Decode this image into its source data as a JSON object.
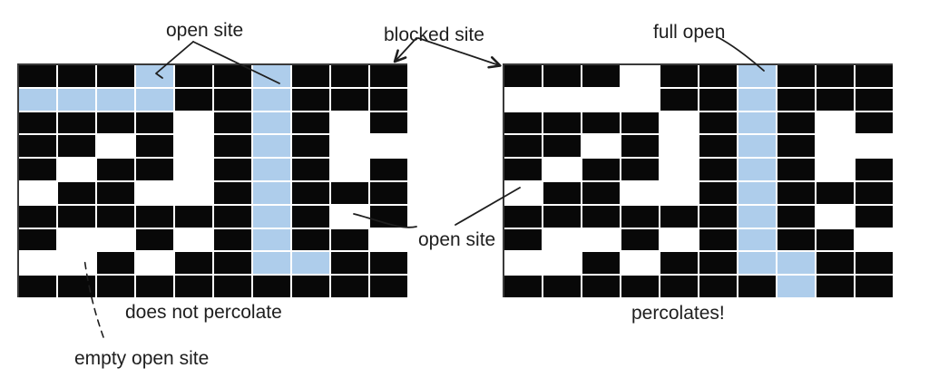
{
  "colors": {
    "background": "#ffffff",
    "blocked_site": "#080808",
    "open_site": "#ffffff",
    "full_site": "#aecdeb",
    "grid_line": "#ffffff",
    "grid_edge": "#3a3a3a",
    "annotation_ink": "#1e1e1e"
  },
  "cell_legend": {
    "B": "blocked site",
    "O": "empty open site",
    "F": "full open site"
  },
  "annotations": {
    "open_site_top": "open site",
    "blocked_site": "blocked site",
    "full_open": "full open",
    "open_site_middle": "open site",
    "empty_open_site": "empty open site"
  },
  "left_panel": {
    "caption": "does not percolate",
    "rows": [
      "BBBFBBFBBB",
      "FFFFBBFBBB",
      "BBBBOBFBOB",
      "BBOBOBFBOO",
      "BOBBOBFBOB",
      "OBBOOBFBBB",
      "BBBBBBFBOB",
      "BOOBOBFBBO",
      "OOBOBBFFBB",
      "BBBBBBBBBB"
    ]
  },
  "right_panel": {
    "caption": "percolates!",
    "rows": [
      "BBBOBBFBBB",
      "OOOOBBFBBB",
      "BBBBOBFBOB",
      "BBOBOBFBOO",
      "BOBBOBFBOB",
      "OBBOOBFBBB",
      "BBBBBBFBOB",
      "BOOBOBFBBO",
      "OOBOBBFFBB",
      "BBBBBBBFBB"
    ]
  }
}
